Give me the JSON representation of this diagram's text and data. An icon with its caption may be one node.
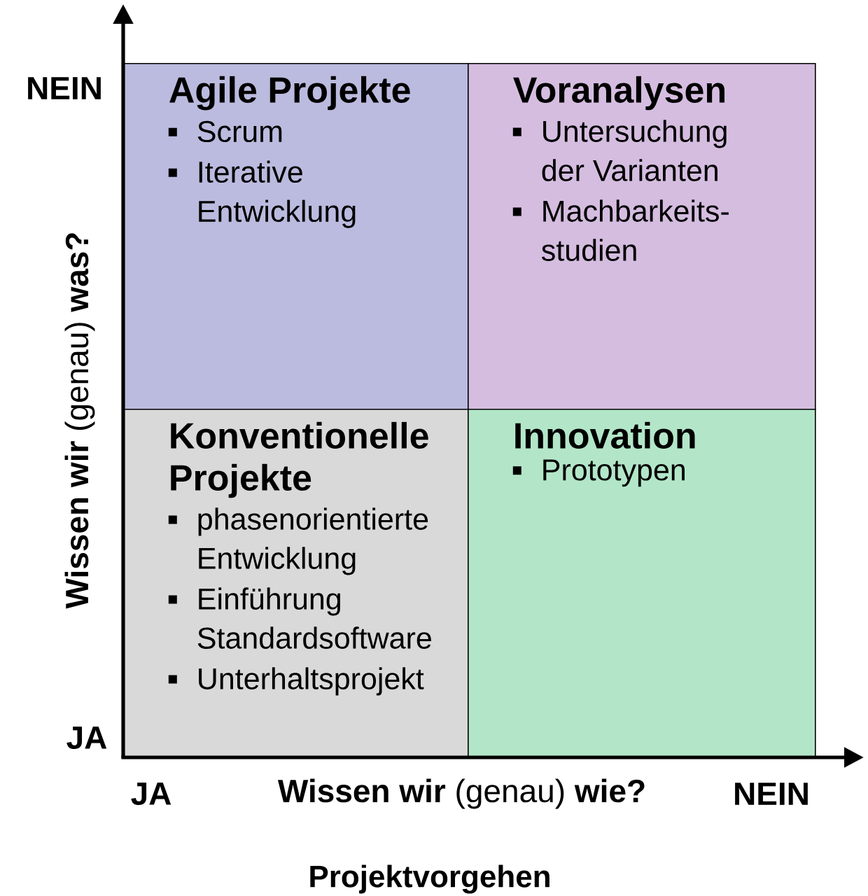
{
  "diagram": {
    "caption": "Projektvorgehen",
    "nodes": [
      {
        "text": [
          "Agile Projekte",
          "Scrum",
          "Iterative Entwicklung"
        ]
      },
      {
        "text": [
          "Voranalysen",
          "Untersuchung der Varianten",
          "Machbarkeits- studien"
        ]
      },
      {
        "text": [
          "Konventionelle Projekte",
          "phasenorientierte Entwicklung",
          "Einführung Standardsoftware",
          "Unterhaltsprojekt"
        ]
      },
      {
        "text": [
          "Innovation",
          "Prototypen"
        ]
      }
    ],
    "labels": [
      "NEIN",
      "**Wissen wir** (genau) **was?**",
      "JA",
      "JA",
      "**Wissen wir** (genau) **wie?**",
      "NEIN"
    ]
  }
}
